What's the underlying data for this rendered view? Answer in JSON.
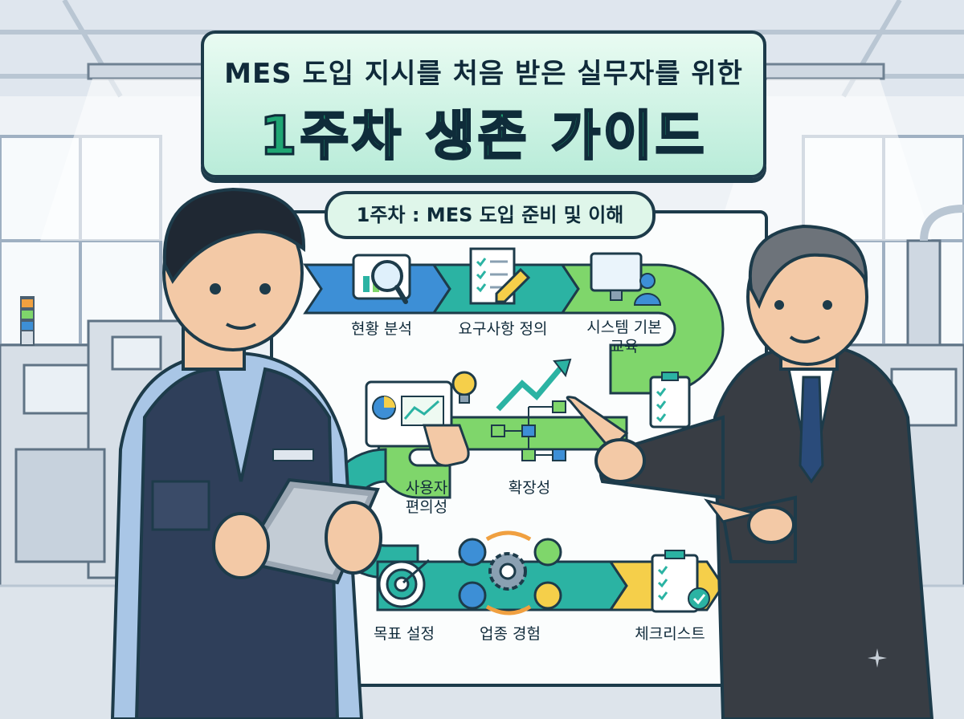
{
  "title": {
    "subtitle": "MES 도입 지시를 처음 받은 실무자를 위한",
    "main": "1주차 생존 가이드"
  },
  "week_label": "1주차 : MES 도입 준비 및 이해",
  "steps": [
    {
      "label": "현황 분석",
      "icon": "magnifier-chart-icon"
    },
    {
      "label": "요구사항 정의",
      "icon": "checklist-pencil-icon"
    },
    {
      "label": "시스템 기본\n교육",
      "icon": "monitor-user-icon"
    },
    {
      "label": "사용자\n편의성",
      "icon": "dashboard-hand-icon"
    },
    {
      "label": "확장성",
      "icon": "growth-diagram-icon"
    },
    {
      "label": "목표 설정",
      "icon": "target-icon"
    },
    {
      "label": "업종 경험",
      "icon": "gear-cycle-icon"
    },
    {
      "label": "체크리스트",
      "icon": "clipboard-check-icon"
    }
  ],
  "colors": {
    "outline": "#1d3b4a",
    "teal": "#2bb3a3",
    "green": "#7fd66b",
    "blue": "#3d8fd6",
    "yellow": "#f5cf4a",
    "title_green": "#1fa673"
  }
}
